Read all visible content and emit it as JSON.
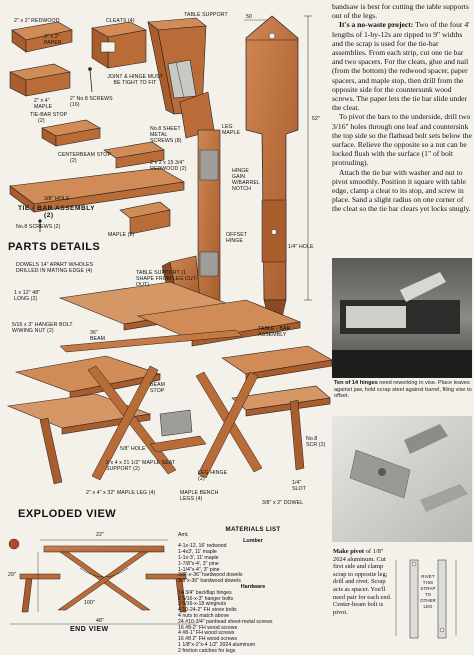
{
  "parts_labels": {
    "redwood_2x2": "2\" x 2\" REDWOOD",
    "cleats_4": "CLEATS (4)",
    "table_support": "TABLE SUPPORT",
    "paper_3x2": "3\" x 2\" PAPER",
    "joint_hinge": "JOINT & HINGE MUST BE TIGHT TO FIT",
    "no8_screws": "2\" No.8 SCREWS (16)",
    "maple_2x4": "2\" x 4\" MAPLE",
    "tie_bar_stop": "TIE-BAR STOP",
    "tie_bar_stop_2": "(2)",
    "no8_sheet_metal": "No.8 SHEET METAL SCREWS (8)",
    "centerbeam_stop": "CENTERBEAM STOP",
    "centerbeam_stop_2": "(2)",
    "redwood_2x2b": "2 x 2 x 15 3/4\" REDWOOD (2)",
    "hole_38": "3/8\" HOLE",
    "tie_bar_assembly": "TIE - BAR ASSEMBLY",
    "tie_bar_assembly_2": "(2)",
    "no8_screws_b": "No.8 SCREWS (2)",
    "maple_2": "MAPLE (2)",
    "leg_maple": "LEG MAPLE",
    "hinge_gain": "HINGE GAIN W/BARREL NOTCH",
    "offset_hinge": "OFFSET HINGE",
    "hole_14": "1/4\" HOLE",
    "table_support_shape": "TABLE SUPPORT (1 SHAPE FROM LEG CUT-OUT)",
    "dim_50": "50",
    "dim_52": "52\"",
    "parts_details": "PARTS DETAILS"
  },
  "exploded_labels": {
    "dowels": "DOWELS 14\" APART W/HOLES DRILLED IN MATING EDGE (4)",
    "dim_48_long": "1 x 12\" 48\" LONG (2)",
    "hanger_bolt": "5/16 x 3\" HANGER BOLT W/WING NUT (2)",
    "beam_36": "36\" BEAM",
    "beam_stop": "BEAM STOP",
    "table_assembly": "TABLE - BAR ASSEMBLY",
    "no8_scr": "No.8 SCR (2)",
    "hole_58": "5/8\" HOLE",
    "maple_bench_legs": "2 x 4 x 21 1/2\" MAPLE SEAT SUPPORT (2)",
    "maple_legs": "2\" x 4\" x 32\" MAPLE LEG (4)",
    "leg_hinge": "LEG HINGE (2)",
    "maple_bench_legs_2": "MAPLE BENCH LEGS (4)",
    "dowel_38": "3/8\" x 2\" DOWEL",
    "slot_14": "1/4\" SLOT",
    "exploded_view": "EXPLODED VIEW",
    "end_view": "END VIEW",
    "dim_29": "29\"",
    "dim_22": "22\"",
    "dim_100": "100\"",
    "dim_48": "48\""
  },
  "text_column": {
    "p1": "bandsaw is best for cutting the table supports out of the legs.",
    "p2_lead": "It's a no-waste project:",
    "p2": "Two of the four 4' lengths of 1-by-12s are ripped to 9\" widths and the scrap is used for the tie-bar assemblies. From each strip, cut one tie bar and two spacers. For the cleats, glue and nail (from the bottom) the redwood spacer, paper spacers, and maple stop, then drill from the opposite side for the countersunk wood screws. The paper lets the tie bar slide under the cleat.",
    "p3": "To pivot the bars to the underside, drill two 3/16\" holes through one leaf and countersink the top side so the flathead bolt sets below the surface. Relieve the opposite so a nut can be locked flush with the surface (1\" of bolt protruding).",
    "p4": "Attach the tie bar with washer and nut to pivot smoothly. Position it square with table edge, clamp a cleat to its stop, and screw in place. Sand a slight radius on one corner of the cleat so the tie bar clears yet locks snugly."
  },
  "captions": {
    "c1_bold": "Ten of 14 hinges",
    "c1": "need reworking in vise. Place leaves against jaw, hold scrap steel against barrel, filing vise to offset.",
    "c2_bold": "Make pivot",
    "c2": "of 1/8\" 2024 aluminum. Cut first side and clamp scrap to opposite leg; drill and rivet. Scrap acts as spacer. You'll need pair for each end. Center-beam bolt is pivot.",
    "pivot_label": "RIVET THIS STRAP TO OTHER LEG"
  },
  "materials": {
    "title": "MATERIALS LIST",
    "amt": "Amt.",
    "lumber_title": "Lumber",
    "lumber": [
      "4-1x-12, 16' redwood",
      "1-4x3', 11' maple",
      "1-1x-3', 11' maple",
      "1-7/8\"x-4', 3\" pine",
      "1-1/4\"x-4\", 3\" pine",
      "3/8\"-x-36\" hardwood dowels",
      "3/8\"x-36\" hardwood dowels"
    ],
    "hardware_title": "Hardware",
    "hardware": [
      "14 3/4\" backflap hinges",
      "2 5/16-x-3\" hanger bolts",
      "2 5/16-x-18 wingnuts",
      "4 10-24-2\" FH stove bolts",
      "4 nuts to match above",
      "24 #10-3/4\" panhead sheet-metal screws",
      "16 #8-2\" FH wood screws",
      "4 #8-1\" FH wood screws",
      "16 #8 2\" FH wood screws",
      "1 1/8\"x-2\"x-4 1/2\" 2024 aluminum",
      "2 friction catches for legs"
    ]
  },
  "colors": {
    "wood": "#b86a36",
    "wood_dark": "#8a4a22",
    "wood_light": "#d59766",
    "paper": "#f4f1ea",
    "ink": "#111111"
  }
}
